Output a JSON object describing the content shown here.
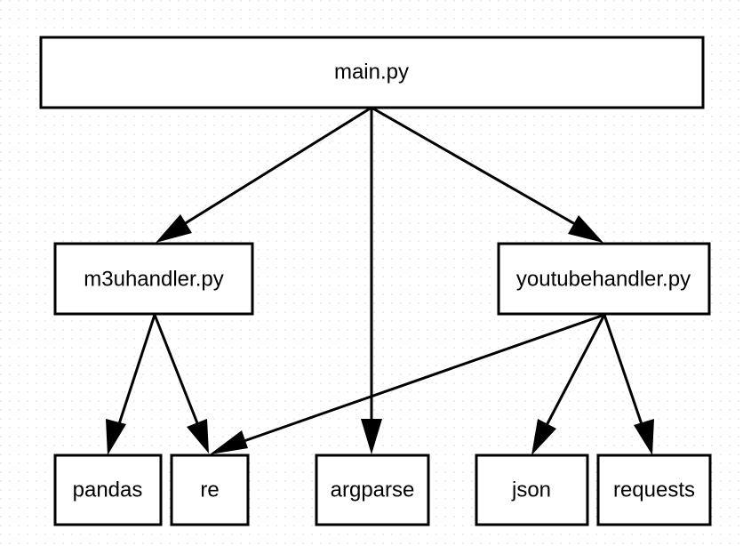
{
  "diagram": {
    "nodes": {
      "main": {
        "label": "main.py"
      },
      "m3u": {
        "label": "m3uhandler.py"
      },
      "youtube": {
        "label": "youtubehandler.py"
      },
      "pandas": {
        "label": "pandas"
      },
      "re": {
        "label": "re"
      },
      "argparse": {
        "label": "argparse"
      },
      "json": {
        "label": "json"
      },
      "requests": {
        "label": "requests"
      }
    },
    "edges": [
      {
        "from": "main.py",
        "to": "m3uhandler.py"
      },
      {
        "from": "main.py",
        "to": "argparse"
      },
      {
        "from": "main.py",
        "to": "youtubehandler.py"
      },
      {
        "from": "m3uhandler.py",
        "to": "pandas"
      },
      {
        "from": "m3uhandler.py",
        "to": "re"
      },
      {
        "from": "youtubehandler.py",
        "to": "re"
      },
      {
        "from": "youtubehandler.py",
        "to": "json"
      },
      {
        "from": "youtubehandler.py",
        "to": "requests"
      }
    ],
    "colors": {
      "stroke": "#000000",
      "fill": "#ffffff",
      "background": "#ffffff",
      "grid_dots": "#c8c8c8"
    }
  }
}
